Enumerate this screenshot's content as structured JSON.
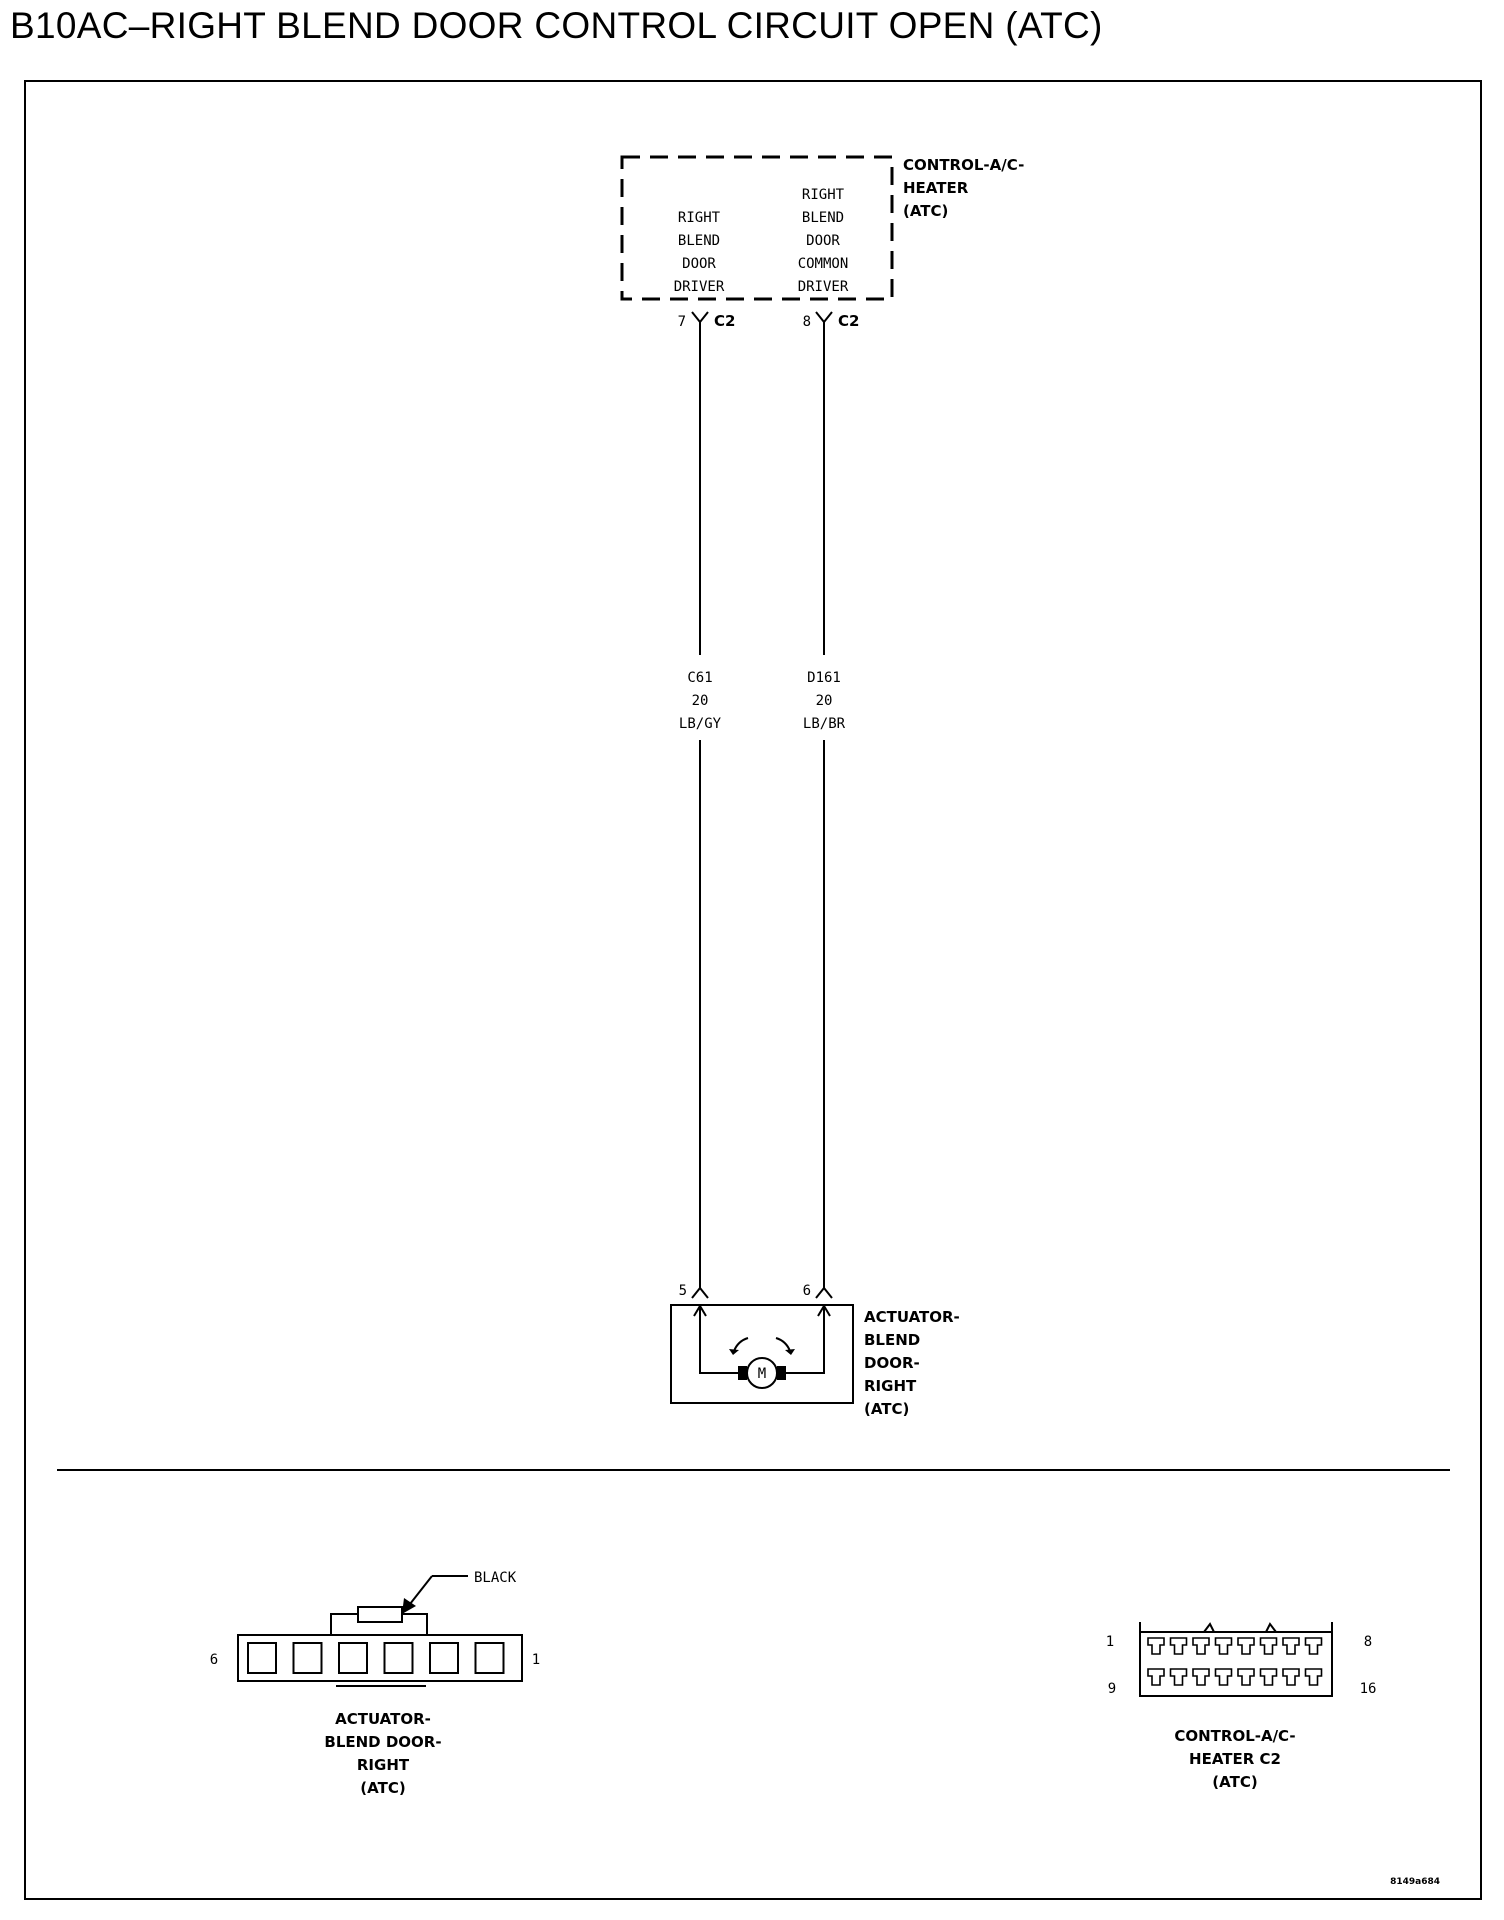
{
  "title": "B10AC–RIGHT BLEND DOOR CONTROL CIRCUIT OPEN (ATC)",
  "module": {
    "name_lines": [
      "CONTROL-A/C-",
      "HEATER",
      "(ATC)"
    ],
    "pin_left_label": [
      "RIGHT",
      "BLEND",
      "DOOR",
      "DRIVER"
    ],
    "pin_right_label": [
      "RIGHT",
      "BLEND",
      "DOOR",
      "COMMON",
      "DRIVER"
    ],
    "pin_left_number": "7",
    "pin_right_number": "8",
    "connector": "C2"
  },
  "wires": [
    {
      "circuit": "C61",
      "gauge": "20",
      "color": "LB/GY"
    },
    {
      "circuit": "D161",
      "gauge": "20",
      "color": "LB/BR"
    }
  ],
  "actuator": {
    "name_lines": [
      "ACTUATOR-",
      "BLEND",
      "DOOR-",
      "RIGHT",
      "(ATC)"
    ],
    "pin_left": "5",
    "pin_right": "6",
    "motor_label": "M"
  },
  "connector_views": {
    "actuator": {
      "callout": "BLACK",
      "pin_left": "6",
      "pin_right": "1",
      "caption_lines": [
        "ACTUATOR-",
        "BLEND DOOR-",
        "RIGHT",
        "(ATC)"
      ]
    },
    "module": {
      "pin_top_left": "1",
      "pin_top_right": "8",
      "pin_bottom_left": "9",
      "pin_bottom_right": "16",
      "caption_lines": [
        "CONTROL-A/C-",
        "HEATER C2",
        "(ATC)"
      ]
    }
  },
  "figure_id": "8149a684"
}
